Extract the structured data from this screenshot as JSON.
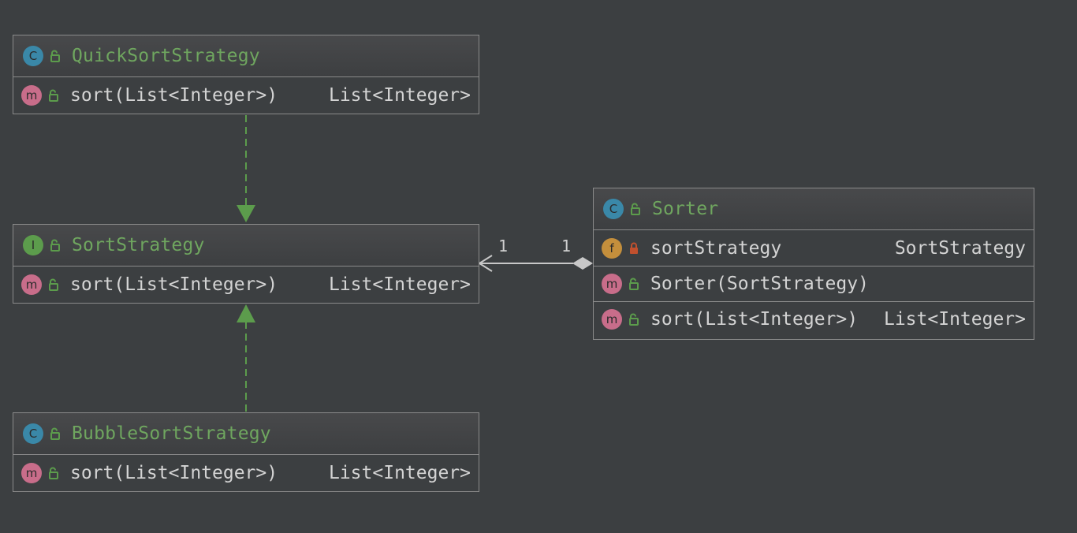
{
  "classes": {
    "quicksort": {
      "name": "QuickSortStrategy",
      "kind": "C",
      "methods": [
        {
          "name": "sort(List<Integer>)",
          "type": "List<Integer>"
        }
      ]
    },
    "sortstrategy": {
      "name": "SortStrategy",
      "kind": "I",
      "methods": [
        {
          "name": "sort(List<Integer>)",
          "type": "List<Integer>"
        }
      ]
    },
    "bubblesort": {
      "name": "BubbleSortStrategy",
      "kind": "C",
      "methods": [
        {
          "name": "sort(List<Integer>)",
          "type": "List<Integer>"
        }
      ]
    },
    "sorter": {
      "name": "Sorter",
      "kind": "C",
      "fields": [
        {
          "name": "sortStrategy",
          "type": "SortStrategy"
        }
      ],
      "constructors": [
        {
          "name": "Sorter(SortStrategy)"
        }
      ],
      "methods": [
        {
          "name": "sort(List<Integer>)",
          "type": "List<Integer>"
        }
      ]
    }
  },
  "badges": {
    "class": "C",
    "interface": "I",
    "method": "m",
    "field": "f"
  },
  "relations": {
    "composition": {
      "source_multiplicity": "1",
      "target_multiplicity": "1"
    }
  },
  "colors": {
    "background": "#3c3f41",
    "class_name": "#6fa65f",
    "realization_arrow": "#5c9c4c",
    "border": "#8a8a8a"
  }
}
